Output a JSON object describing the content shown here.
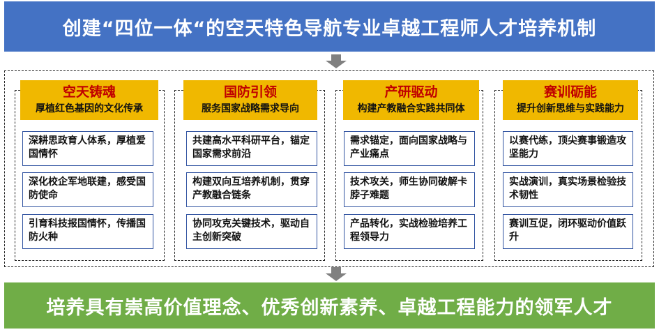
{
  "title": "创建“四位一体“的空天特色导航专业卓越工程师人才培养机制",
  "goal": "培养具有崇高价值理念、优秀创新素养、卓越工程能力的领军人才",
  "columns": [
    {
      "title": "空天铸魂",
      "subtitle": "厚植红色基因的文化传承",
      "items": [
        "深耕思政育人体系，厚植爱国情怀",
        "深化校企军地联建，感受国防使命",
        "引育科技报国情怀，传播国防火种"
      ]
    },
    {
      "title": "国防引领",
      "subtitle": "服务国家战略需求导向",
      "items": [
        "共建高水平科研平台，锚定国家需求前沿",
        "构建双向互培养机制，贯穿产教融合链条",
        "协同攻克关键技术，驱动自主创新突破"
      ]
    },
    {
      "title": "产研驱动",
      "subtitle": "构建产教融合实践共同体",
      "items": [
        "需求锚定，面向国家战略与产业痛点",
        "技术攻关，师生协同破解卡脖子难题",
        "产品转化，实战检验培养工程领导力"
      ]
    },
    {
      "title": "赛训砺能",
      "subtitle": "提升创新思维与实践能力",
      "items": [
        "以赛代练，顶尖赛事锻造攻坚能力",
        "实战演训，真实场景检验技术韧性",
        "赛训互促，闭环驱动价值跃升"
      ]
    }
  ]
}
